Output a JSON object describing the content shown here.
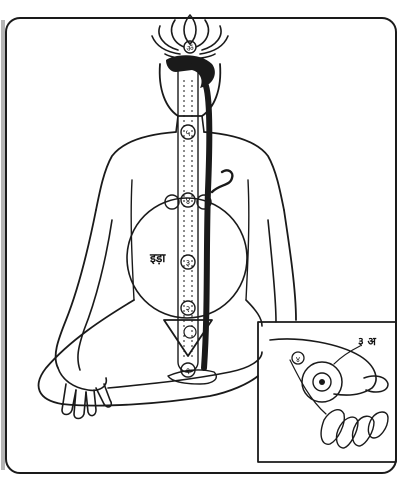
{
  "labels": {
    "ida_pingala": "इड़ा",
    "hand_label": "३ अ",
    "sahasrara_mark": "ॐ",
    "vishuddha_mark": "५",
    "anahata_mark": "४",
    "manipura_mark": "३",
    "svadhisthana_mark": "२",
    "muladhara_mark": "१",
    "palm_chakra_mark": "४"
  },
  "colors": {
    "ink": "#1a1a1a",
    "paper": "#ffffff",
    "shadow": "#b5b5b5"
  }
}
